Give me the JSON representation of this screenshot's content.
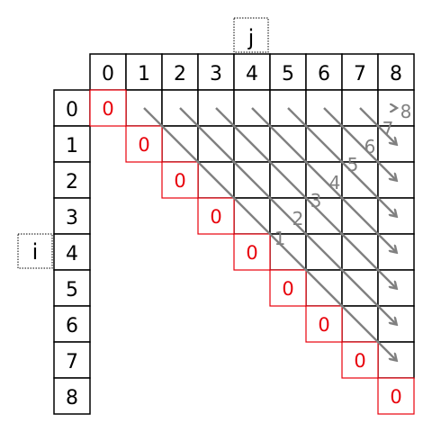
{
  "labels": {
    "column_variable": "j",
    "row_variable": "i"
  },
  "column_headers": [
    "0",
    "1",
    "2",
    "3",
    "4",
    "5",
    "6",
    "7",
    "8"
  ],
  "row_headers": [
    "0",
    "1",
    "2",
    "3",
    "4",
    "5",
    "6",
    "7",
    "8"
  ],
  "diagonal_values": [
    "0",
    "0",
    "0",
    "0",
    "0",
    "0",
    "0",
    "0",
    "0"
  ],
  "diagonal_order_labels": [
    "1",
    "2",
    "3",
    "4",
    "5",
    "6",
    "7",
    "8"
  ],
  "colors": {
    "grid_line": "#000000",
    "diagonal_highlight": "#e8000b",
    "arrow": "#808080",
    "order_label": "#808080",
    "text": "#000000"
  }
}
